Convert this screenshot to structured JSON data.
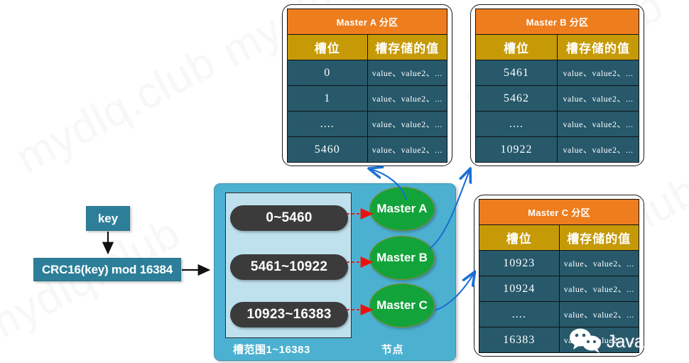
{
  "watermark": {
    "text": "mydlq.club",
    "repeat": 6
  },
  "flow": {
    "key_label": "key",
    "hash_label": "CRC16(key) mod 16384"
  },
  "node_panel": {
    "slot_caption": "槽范围1~16383",
    "node_caption": "节点",
    "slot_ranges": [
      "0~5460",
      "5461~10922",
      "10923~16383"
    ],
    "nodes": [
      "Master A",
      "Master B",
      "Master C"
    ]
  },
  "tables": [
    {
      "title": "Master A 分区",
      "headers": [
        "槽位",
        "槽存储的值"
      ],
      "rows": [
        [
          "0",
          "value、value2、..."
        ],
        [
          "1",
          "value、value2、..."
        ],
        [
          "....",
          "value、value2、..."
        ],
        [
          "5460",
          "value、value2、..."
        ]
      ]
    },
    {
      "title": "Master B 分区",
      "headers": [
        "槽位",
        "槽存储的值"
      ],
      "rows": [
        [
          "5461",
          "value、value2、..."
        ],
        [
          "5462",
          "value、value2、..."
        ],
        [
          "....",
          "value、value2、..."
        ],
        [
          "10922",
          "value、value2、..."
        ]
      ]
    },
    {
      "title": "Master C 分区",
      "headers": [
        "槽位",
        "槽存储的值"
      ],
      "rows": [
        [
          "10923",
          "value、value2、..."
        ],
        [
          "10924",
          "value、value2、..."
        ],
        [
          "....",
          "value、value2、..."
        ],
        [
          "16383",
          "value、value2、..."
        ]
      ]
    }
  ],
  "badge": {
    "icon": "wechat-icon",
    "text": "Java知音"
  },
  "colors": {
    "table_title_bg": "#ee7d1e",
    "table_header_bg": "#c69a07",
    "table_cell_bg": "#27596b",
    "panel_bg": "#4cb1d1",
    "slot_box_bg": "#bfe1ee",
    "slot_pill_bg": "#3b3b3b",
    "node_bg": "#12a33b",
    "flow_box_bg": "#2d7f99",
    "dashed_arrow": "#e8140c",
    "curve_arrow": "#1a6fd4"
  }
}
